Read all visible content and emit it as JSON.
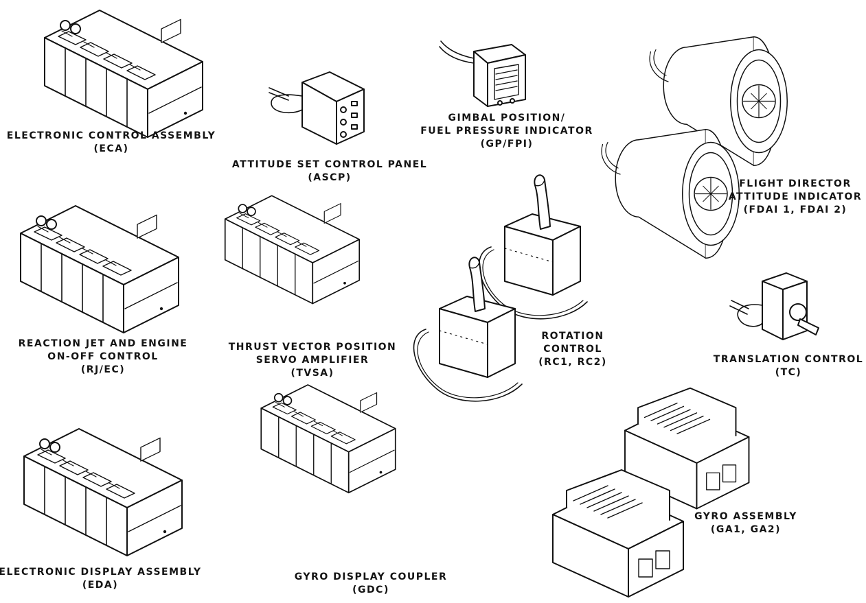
{
  "components": {
    "eca": {
      "name": "ELECTRONIC CONTROL ASSEMBLY",
      "abbr": "(ECA)"
    },
    "ascp": {
      "name": "ATTITUDE  SET CONTROL PANEL",
      "abbr": "(ASCP)"
    },
    "gpfpi": {
      "name1": "GIMBAL POSITION/",
      "name2": "FUEL PRESSURE INDICATOR",
      "abbr": "(GP/FPI)"
    },
    "fdai": {
      "name1": "FLIGHT  DIRECTOR",
      "name2": "ATTITUDE INDICATOR",
      "abbr": "(FDAI 1, FDAI 2)"
    },
    "rjec": {
      "name1": "REACTION JET AND ENGINE",
      "name2": "ON-OFF CONTROL",
      "abbr": "(RJ/EC)"
    },
    "tvsa": {
      "name1": "THRUST  VECTOR POSITION",
      "name2": "SERVO AMPLIFIER",
      "abbr": "(TVSA)"
    },
    "rc": {
      "name1": "ROTATION",
      "name2": "CONTROL",
      "abbr": "(RC1, RC2)"
    },
    "tc": {
      "name": "TRANSLATION CONTROL",
      "abbr": "(TC)"
    },
    "ga": {
      "name": "GYRO ASSEMBLY",
      "abbr": "(GA1, GA2)"
    },
    "eda": {
      "name": "ELECTRONIC DISPLAY  ASSEMBLY",
      "abbr": "(EDA)"
    },
    "gdc": {
      "name": "GYRO DISPLAY COUPLER",
      "abbr": "(GDC)"
    }
  }
}
